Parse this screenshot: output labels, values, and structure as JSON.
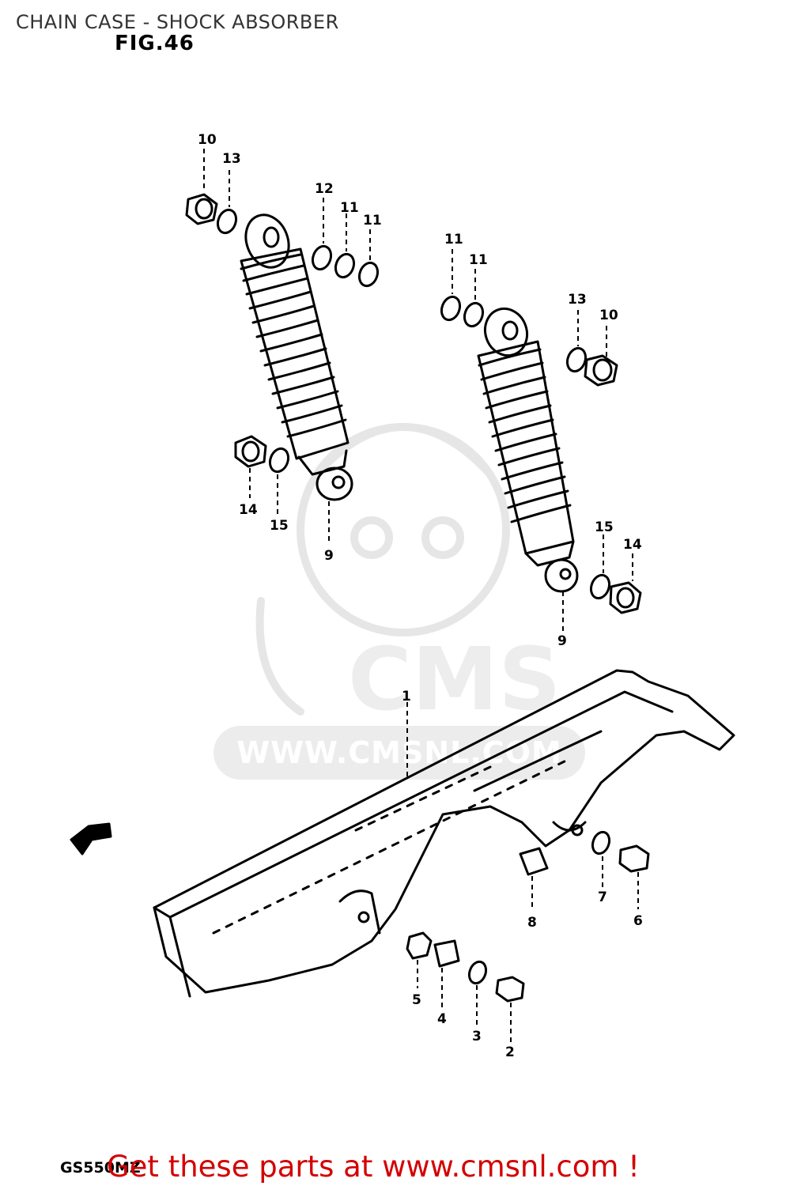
{
  "header": {
    "title": "CHAIN CASE - SHOCK ABSORBER",
    "figure": "FIG.46"
  },
  "watermark": {
    "brand": "CMS",
    "url": "WWW.CMSNL.COM"
  },
  "footer": {
    "model_code": "GS550MZ",
    "link_text": "Get these parts at www.cmsnl.com !"
  },
  "callouts": {
    "c1": "1",
    "c2": "2",
    "c3": "3",
    "c4": "4",
    "c5": "5",
    "c6": "6",
    "c7": "7",
    "c8": "8",
    "c9a": "9",
    "c9b": "9",
    "c10a": "10",
    "c10b": "10",
    "c11a": "11",
    "c11b": "11",
    "c11c": "11",
    "c11d": "11",
    "c12": "12",
    "c13a": "13",
    "c13b": "13",
    "c14a": "14",
    "c14b": "14",
    "c15a": "15",
    "c15b": "15"
  }
}
